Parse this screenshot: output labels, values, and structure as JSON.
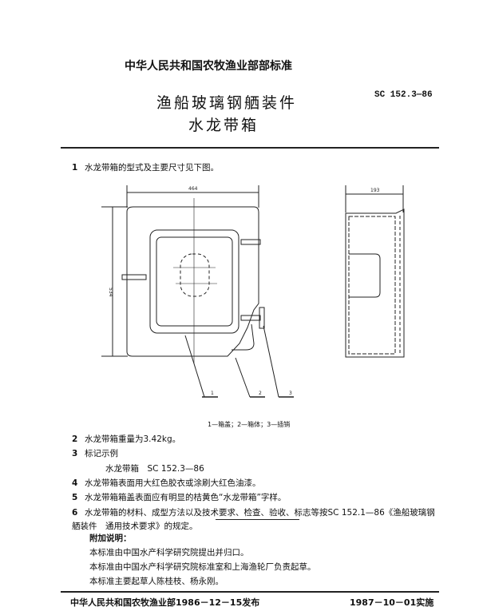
{
  "header": {
    "issuer": "中华人民共和国农牧渔业部部标准",
    "title_line1": "渔船玻璃钢舾装件",
    "title_line2": "水龙带箱",
    "code": "SC 152.3—86"
  },
  "items": [
    {
      "num": "1",
      "text": "水龙带箱的型式及主要尺寸见下图。"
    },
    {
      "num": "2",
      "text": "水龙带箱重量为3.42kg。"
    },
    {
      "num": "3",
      "text": "标记示例"
    },
    {
      "num": "4",
      "text": "水龙带箱表面用大红色胶衣或涂刷大红色油漆。"
    },
    {
      "num": "5",
      "text": "水龙带箱箱盖表面应有明显的桔黄色“水龙带箱”字样。"
    },
    {
      "num": "6",
      "text": "水龙带箱的材料、成型方法以及技术要求、检查、验收、标志等按SC 152.1—86《渔船玻璃钢",
      "continuation": "舾装件　通用技术要求》的规定。"
    }
  ],
  "marking_example": "水龙带箱　SC 152.3—86",
  "figure": {
    "dim_width": "464",
    "dim_height": "534",
    "dim_depth": "193",
    "callouts": [
      "1",
      "2",
      "3"
    ],
    "caption": "1—箱盖；2—箱体；3—插销"
  },
  "notes": {
    "heading": "附加说明：",
    "lines": [
      "本标准由中国水产科学研究院提出并归口。",
      "本标准由中国水产科学研究院标准室和上海渔轮厂负责起草。",
      "本标准主要起草人陈桂枝、杨永刚。"
    ]
  },
  "footer": {
    "issued": "中华人民共和国农牧渔业部1986－12－15发布",
    "effective": "1987－10－01实施"
  }
}
